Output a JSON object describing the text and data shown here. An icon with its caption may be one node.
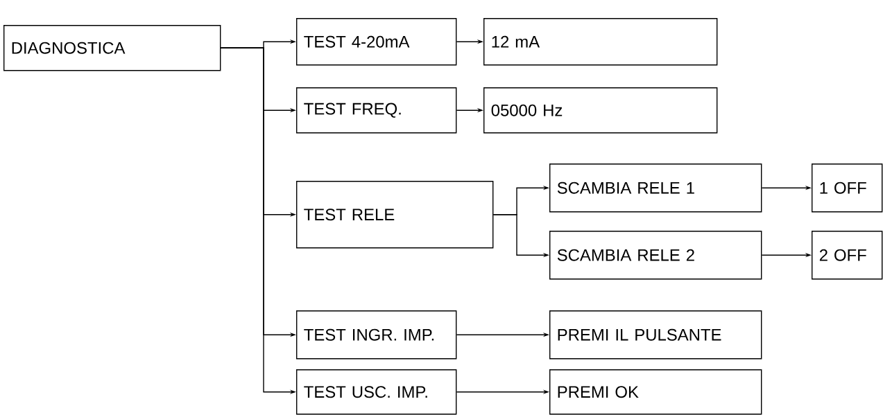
{
  "diagram": {
    "nodes": [
      {
        "text": [
          "DIAGNOSTICA"
        ]
      },
      {
        "text": [
          "TEST 4-20mA"
        ]
      },
      {
        "text": [
          "12 mA"
        ]
      },
      {
        "text": [
          "TEST FREQ."
        ]
      },
      {
        "text": [
          "05000 Hz"
        ]
      },
      {
        "text": [
          "TEST RELE"
        ]
      },
      {
        "text": [
          "SCAMBIA RELE 1"
        ]
      },
      {
        "text": [
          "1 OFF"
        ]
      },
      {
        "text": [
          "SCAMBIA RELE 2"
        ]
      },
      {
        "text": [
          "2 OFF"
        ]
      },
      {
        "text": [
          "TEST INGR. IMP."
        ]
      },
      {
        "text": [
          "PREMI IL PULSANTE"
        ]
      },
      {
        "text": [
          "TEST USC. IMP."
        ]
      },
      {
        "text": [
          "PREMI OK"
        ]
      }
    ],
    "edges": [
      {
        "from": 0,
        "to": 1,
        "arrow": "to"
      },
      {
        "from": 0,
        "to": 3,
        "arrow": "to"
      },
      {
        "from": 0,
        "to": 5,
        "arrow": "to"
      },
      {
        "from": 0,
        "to": 10,
        "arrow": "to"
      },
      {
        "from": 0,
        "to": 12,
        "arrow": "to"
      },
      {
        "from": 1,
        "to": 2,
        "arrow": "to"
      },
      {
        "from": 3,
        "to": 4,
        "arrow": "to"
      },
      {
        "from": 5,
        "to": 6,
        "arrow": "to"
      },
      {
        "from": 5,
        "to": 8,
        "arrow": "to"
      },
      {
        "from": 6,
        "to": 7,
        "arrow": "to"
      },
      {
        "from": 8,
        "to": 9,
        "arrow": "to"
      },
      {
        "from": 10,
        "to": 11,
        "arrow": "to"
      },
      {
        "from": 12,
        "to": 13,
        "arrow": "to"
      }
    ]
  }
}
